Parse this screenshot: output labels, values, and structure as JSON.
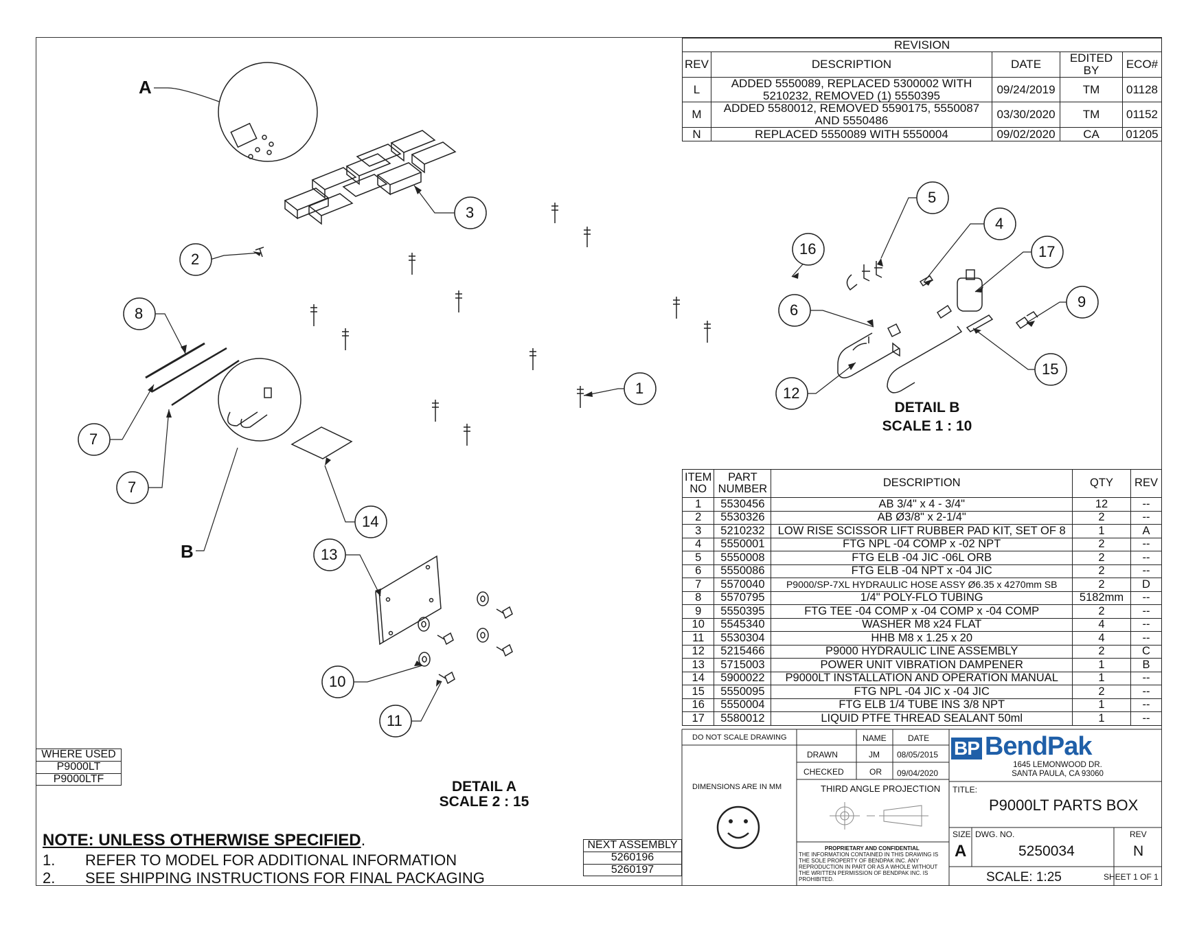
{
  "revision": {
    "title": "REVISION",
    "headers": [
      "REV",
      "DESCRIPTION",
      "DATE",
      "EDITED BY",
      "ECO#"
    ],
    "rows": [
      {
        "rev": "L",
        "desc1": "ADDED 5550089, REPLACED 5300002 WITH",
        "desc2": "5210232, REMOVED (1) 5550395",
        "date": "09/24/2019",
        "by": "TM",
        "eco": "01128"
      },
      {
        "rev": "M",
        "desc1": "ADDED 5580012, REMOVED 5590175, 5550087",
        "desc2": "AND 5550486",
        "date": "03/30/2020",
        "by": "TM",
        "eco": "01152"
      },
      {
        "rev": "N",
        "desc1": "REPLACED 5550089 WITH 5550004",
        "desc2": "",
        "date": "09/02/2020",
        "by": "CA",
        "eco": "01205"
      }
    ]
  },
  "bom": {
    "headers": {
      "item1": "ITEM",
      "item2": "NO",
      "part1": "PART",
      "part2": "NUMBER",
      "desc": "DESCRIPTION",
      "qty": "QTY",
      "rev": "REV"
    },
    "rows": [
      {
        "no": "1",
        "part": "5530456",
        "desc": "AB 3/4\" x 4 - 3/4\"",
        "qty": "12",
        "rev": "--"
      },
      {
        "no": "2",
        "part": "5530326",
        "desc": "AB Ø3/8\" x 2-1/4\"",
        "qty": "2",
        "rev": "--"
      },
      {
        "no": "3",
        "part": "5210232",
        "desc": "LOW RISE SCISSOR LIFT RUBBER PAD KIT, SET OF 8",
        "qty": "1",
        "rev": "A"
      },
      {
        "no": "4",
        "part": "5550001",
        "desc": "FTG NPL -04 COMP  x -02 NPT",
        "qty": "2",
        "rev": "--"
      },
      {
        "no": "5",
        "part": "5550008",
        "desc": "FTG ELB -04 JIC -06L ORB",
        "qty": "2",
        "rev": "--"
      },
      {
        "no": "6",
        "part": "5550086",
        "desc": "FTG ELB -04 NPT x -04 JIC",
        "qty": "2",
        "rev": "--"
      },
      {
        "no": "7",
        "part": "5570040",
        "desc": "P9000/SP-7XL HYDRAULIC HOSE ASSY Ø6.35 x 4270mm SB",
        "qty": "2",
        "rev": "D"
      },
      {
        "no": "8",
        "part": "5570795",
        "desc": "1/4\" POLY-FLO TUBING",
        "qty": "5182mm",
        "rev": "--"
      },
      {
        "no": "9",
        "part": "5550395",
        "desc": "FTG TEE -04 COMP x -04 COMP x -04 COMP",
        "qty": "2",
        "rev": "--"
      },
      {
        "no": "10",
        "part": "5545340",
        "desc": "WASHER M8 x24 FLAT",
        "qty": "4",
        "rev": "--"
      },
      {
        "no": "11",
        "part": "5530304",
        "desc": "HHB M8 x 1.25 x 20",
        "qty": "4",
        "rev": "--"
      },
      {
        "no": "12",
        "part": "5215466",
        "desc": "P9000 HYDRAULIC LINE ASSEMBLY",
        "qty": "2",
        "rev": "C"
      },
      {
        "no": "13",
        "part": "5715003",
        "desc": "POWER UNIT VIBRATION DAMPENER",
        "qty": "1",
        "rev": "B"
      },
      {
        "no": "14",
        "part": "5900022",
        "desc": "P9000LT INSTALLATION AND OPERATION MANUAL",
        "qty": "1",
        "rev": "--"
      },
      {
        "no": "15",
        "part": "5550095",
        "desc": "FTG NPL -04 JIC x -04 JIC",
        "qty": "2",
        "rev": "--"
      },
      {
        "no": "16",
        "part": "5550004",
        "desc": "FTG ELB 1/4 TUBE INS 3/8 NPT",
        "qty": "1",
        "rev": "--"
      },
      {
        "no": "17",
        "part": "5580012",
        "desc": "LIQUID PTFE THREAD SEALANT 50ml",
        "qty": "1",
        "rev": "--"
      }
    ]
  },
  "where_used": {
    "title": "WHERE USED",
    "items": [
      "P9000LT",
      "P9000LTF"
    ]
  },
  "next_assembly": {
    "title": "NEXT ASSEMBLY",
    "items": [
      "5260196",
      "5260197"
    ]
  },
  "details": {
    "a_title": "DETAIL A",
    "a_scale": "SCALE 2 : 15",
    "b_title": "DETAIL B",
    "b_scale": "SCALE 1 : 10",
    "a_label": "A",
    "b_label": "B"
  },
  "balloons": [
    "1",
    "2",
    "3",
    "4",
    "5",
    "6",
    "7",
    "7",
    "8",
    "9",
    "10",
    "11",
    "12",
    "13",
    "14",
    "15",
    "16",
    "17"
  ],
  "notes": {
    "title": "NOTE: UNLESS OTHERWISE SPECIFIED",
    "lines": [
      {
        "n": "1.",
        "text": "REFER TO MODEL FOR ADDITIONAL INFORMATION"
      },
      {
        "n": "2.",
        "text": "SEE SHIPPING INSTRUCTIONS FOR FINAL PACKAGING"
      }
    ]
  },
  "title_block": {
    "do_not_scale": "DO NOT SCALE DRAWING",
    "name_hdr": "NAME",
    "date_hdr": "DATE",
    "drawn_lbl": "DRAWN",
    "drawn_name": "JM",
    "drawn_date": "08/05/2015",
    "checked_lbl": "CHECKED",
    "checked_name": "OR",
    "checked_date": "09/04/2020",
    "dims": "DIMENSIONS ARE IN MM",
    "projection": "THIRD ANGLE PROJECTION",
    "prop_title": "PROPRIETARY AND CONFIDENTIAL",
    "prop_l1": "THE INFORMATION CONTAINED IN THIS DRAWING IS",
    "prop_l2": "THE SOLE PROPERTY OF BENDPAK INC. ANY",
    "prop_l3": "REPRODUCTION IN PART OR AS A WHOLE WITHOUT",
    "prop_l4": "THE WRITTEN PERMISSION OF BENDPAK INC. IS",
    "prop_l5": "PROHIBITED.",
    "logo_bp": "BP",
    "logo_text": "BendPak",
    "address1": "1645 LEMONWOOD DR.",
    "address2": "SANTA PAULA, CA 93060",
    "title_lbl": "TITLE:",
    "title": "P9000LT PARTS BOX",
    "size_lbl": "SIZE",
    "size": "A",
    "dwg_lbl": "DWG.  NO.",
    "dwg": "5250034",
    "rev_lbl": "REV",
    "rev": "N",
    "scale": "SCALE: 1:25",
    "sheet": "SHEET 1 OF 1"
  },
  "colors": {
    "logo_blue": "#1f5fa8",
    "line": "#222222"
  }
}
